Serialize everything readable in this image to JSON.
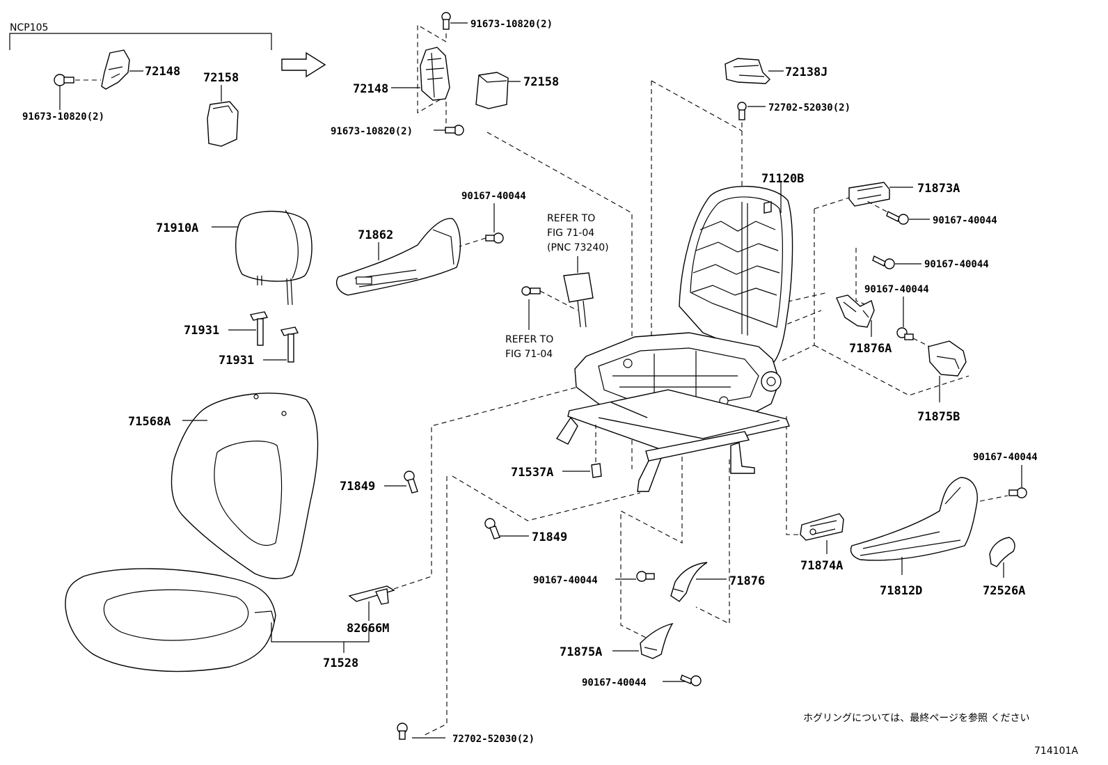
{
  "variant": "NCP105",
  "figure_id": "714101A",
  "footer_note": "ホグリングについては、最終ページを参照 ください",
  "refer_notes": {
    "belt": [
      "REFER TO",
      "FIG 71-04",
      "(PNC 73240)"
    ],
    "bolt": [
      "REFER TO",
      "FIG 71-04"
    ]
  },
  "parts": {
    "p72148_a": "72148",
    "p72158_a": "72158",
    "p91673_a": "91673-10820(2)",
    "p91673_top": "91673-10820(2)",
    "p72148_b": "72148",
    "p72158_b": "72158",
    "p91673_b": "91673-10820(2)",
    "p72138j": "72138J",
    "p72702_top": "72702-52030(2)",
    "p71910a": "71910A",
    "p71862": "71862",
    "p90167_a": "90167-40044",
    "p71120b": "71120B",
    "p71873a": "71873A",
    "p90167_b": "90167-40044",
    "p90167_c": "90167-40044",
    "p90167_d": "90167-40044",
    "p71876a": "71876A",
    "p71875b": "71875B",
    "p71931_a": "71931",
    "p71931_b": "71931",
    "p71568a": "71568A",
    "p71849_a": "71849",
    "p71537a": "71537A",
    "p71849_b": "71849",
    "p90167_e": "90167-40044",
    "p71874a": "71874A",
    "p71812d": "71812D",
    "p72526a": "72526A",
    "p90167_f": "90167-40044",
    "p71876": "71876",
    "p82666m": "82666M",
    "p71528": "71528",
    "p71875a": "71875A",
    "p90167_g": "90167-40044",
    "p72702_bottom": "72702-52030(2)"
  }
}
